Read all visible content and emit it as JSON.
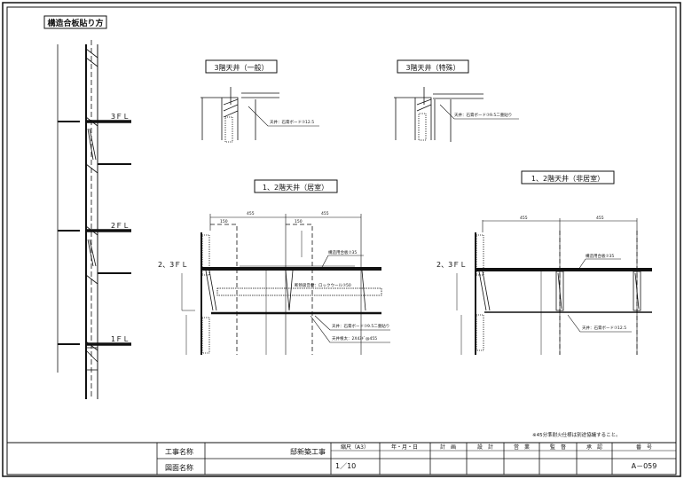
{
  "left_section": {
    "title": "構造合板貼り方",
    "floors": [
      "3ＦＬ",
      "2ＦＬ",
      "1ＦＬ"
    ]
  },
  "sections": {
    "third_general": {
      "title": "3階天井（一般）",
      "note": "天井：石膏ボード⑦12.5"
    },
    "third_special": {
      "title": "3階天井（特殊）",
      "note": "天井：石膏ボード⑦9.5二重貼り"
    },
    "living": {
      "title": "1、2階天井（居室）",
      "floor_label": "2、3ＦＬ",
      "dim_455": "455",
      "dim_150": "150",
      "plywood": "構造用合板⑦35",
      "insulation": "断熱吸音材：ロックウール⑦50",
      "ceiling": "天井：石膏ボード⑦9.5二重貼り",
      "joist": "天井根太：2X4ｽｷﾞ@455"
    },
    "non_living": {
      "title": "1、2階天井（非居室）",
      "floor_label": "2、3ＦＬ",
      "dim_455": "455",
      "plywood": "構造用合板⑦35",
      "ceiling": "天井：石膏ボード⑦12.5"
    }
  },
  "note": "※45分準耐火仕様は別途協議すること。",
  "title_block": {
    "project_label": "工事名称",
    "project_value": "邸新築工事",
    "drawing_label": "図面名称",
    "scale_label": "縮尺（A3）",
    "scale_value": "1／10",
    "date_label": "年・月・日",
    "plan_label": "計　画",
    "design_label": "設　計",
    "sales_label": "営　業",
    "supervisor_label": "監　督",
    "approval_label": "承　認",
    "number_label": "番　号",
    "number_value": "A－059"
  }
}
